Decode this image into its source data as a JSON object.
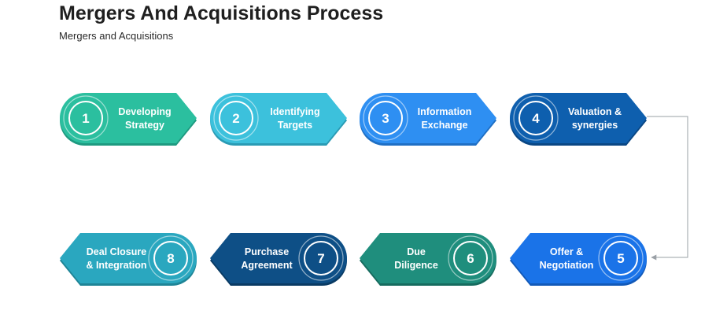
{
  "title": "Mergers And Acquisitions Process",
  "subtitle": "Mergers and Acquisitions",
  "steps": [
    {
      "number": "1",
      "lines": [
        "Developing",
        "Strategy"
      ],
      "color": "#2bbf9f",
      "edge": "#1e9a80"
    },
    {
      "number": "2",
      "lines": [
        "Identifying",
        "Targets"
      ],
      "color": "#3cc1dc",
      "edge": "#2a9bb4"
    },
    {
      "number": "3",
      "lines": [
        "Information",
        "Exchange"
      ],
      "color": "#2e8ff2",
      "edge": "#1f6fc4"
    },
    {
      "number": "4",
      "lines": [
        "Valuation &",
        "synergies"
      ],
      "color": "#0e5fae",
      "edge": "#0a4784"
    },
    {
      "number": "5",
      "lines": [
        "Offer &",
        "Negotiation"
      ],
      "color": "#1a73e8",
      "edge": "#1259b8"
    },
    {
      "number": "6",
      "lines": [
        "Due",
        "Diligence"
      ],
      "color": "#1f8e7d",
      "edge": "#166b5e"
    },
    {
      "number": "7",
      "lines": [
        "Purchase",
        "Agreement"
      ],
      "color": "#0e4f86",
      "edge": "#093a63"
    },
    {
      "number": "8",
      "lines": [
        "Deal Closure",
        "& Integration"
      ],
      "color": "#2aa7bf",
      "edge": "#1e8496"
    }
  ],
  "connector_color": "#9aa0a6"
}
